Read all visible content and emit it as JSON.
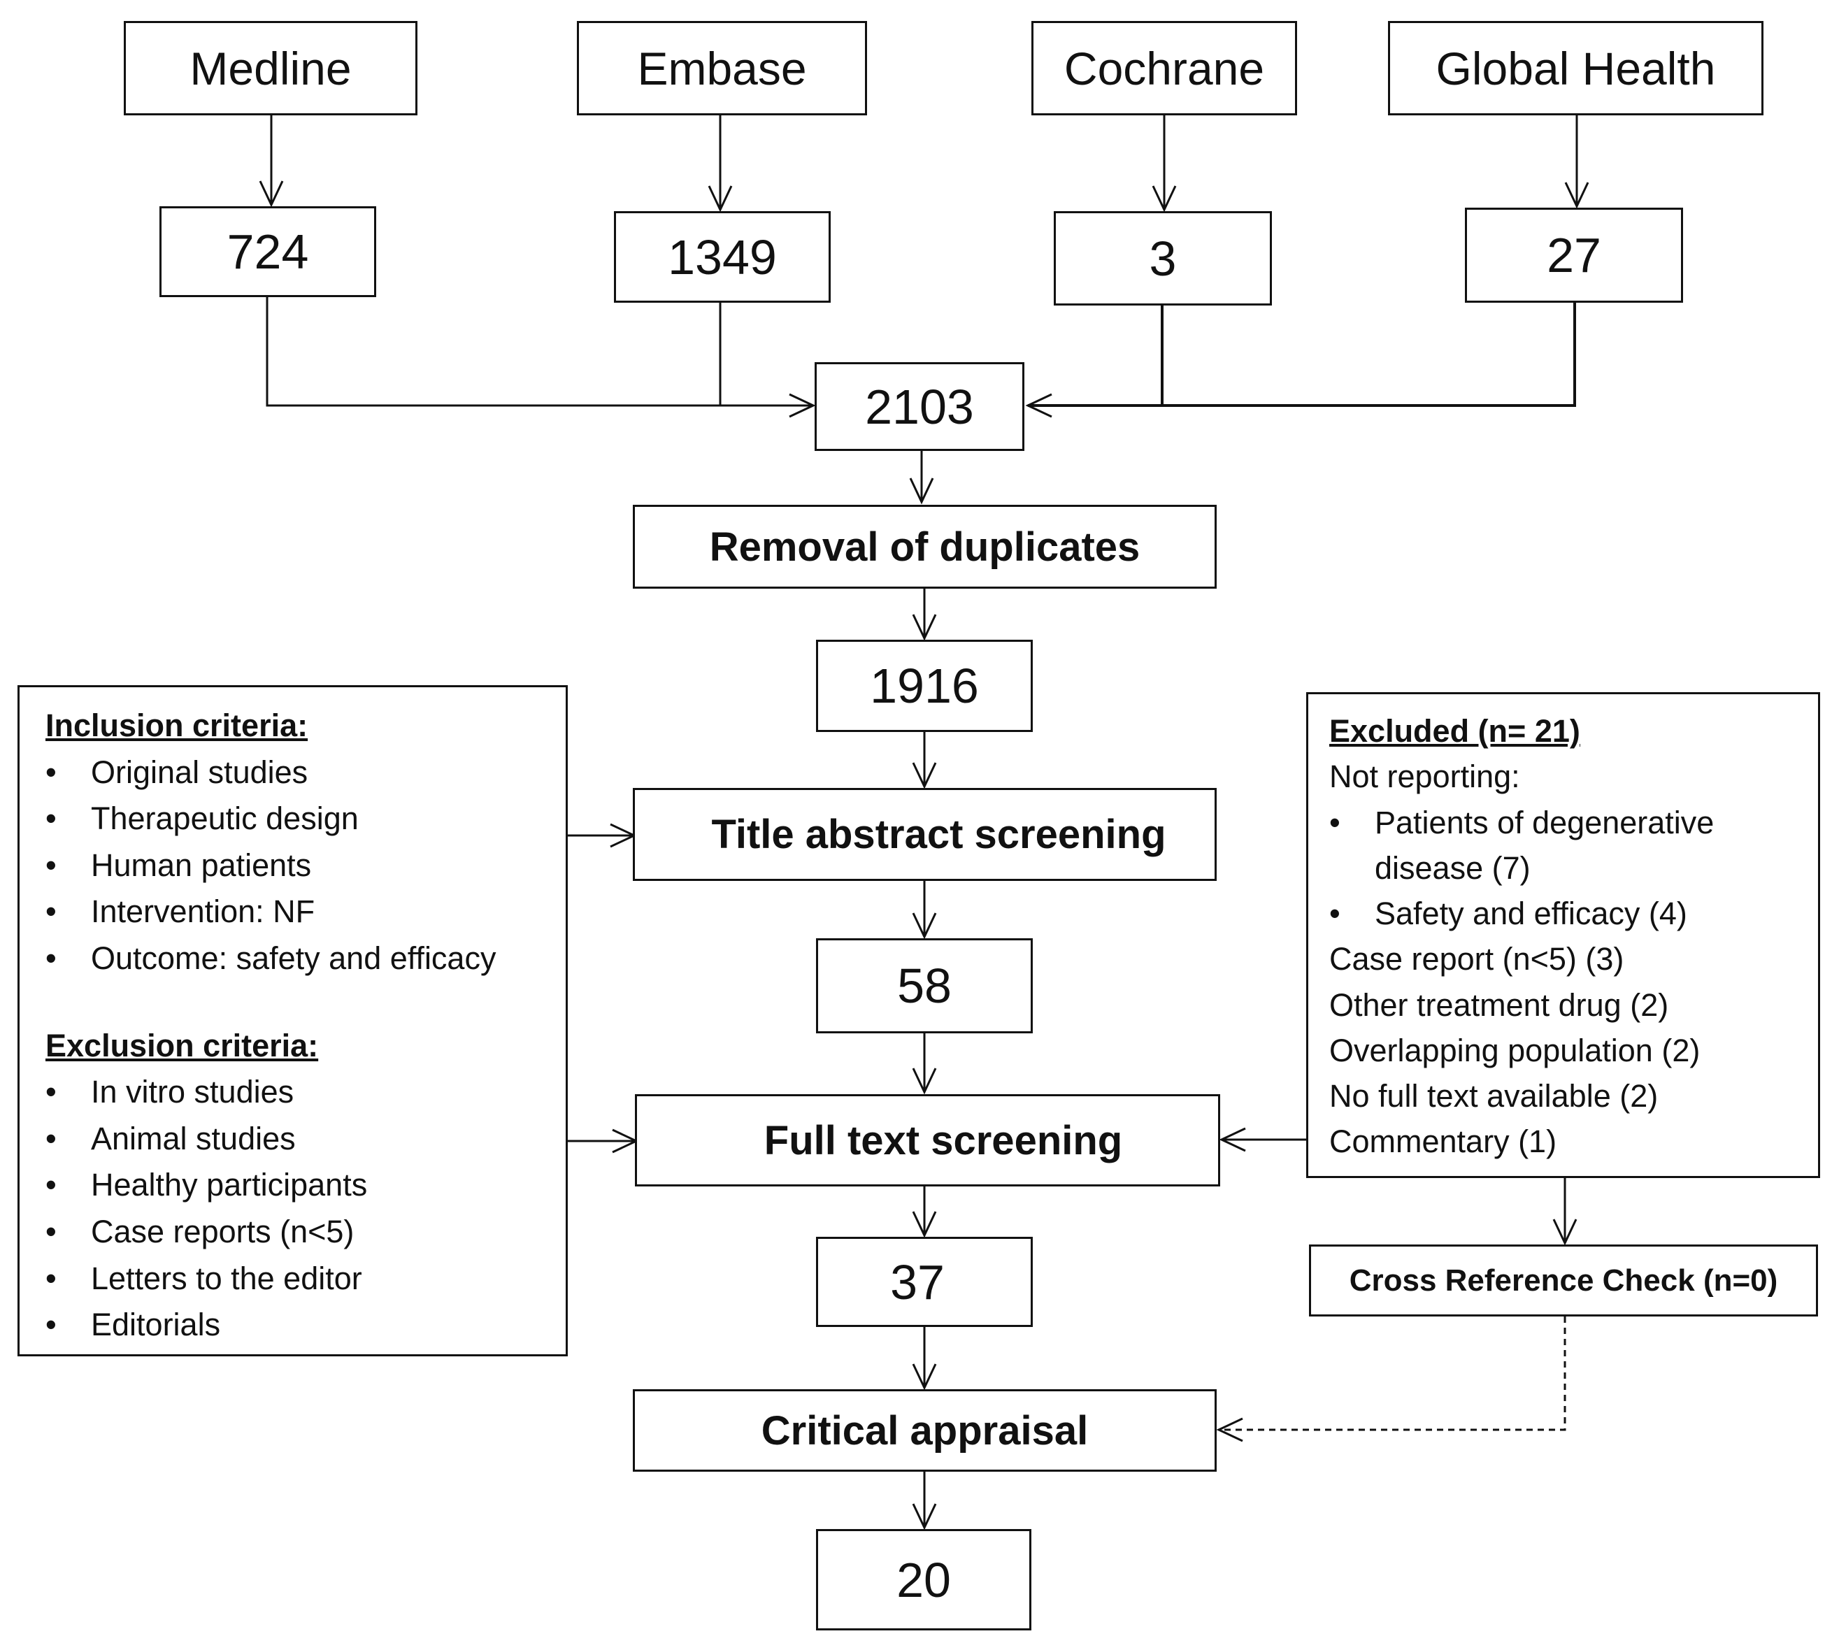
{
  "sources": [
    {
      "name": "Medline",
      "count": "724"
    },
    {
      "name": "Embase",
      "count": "1349"
    },
    {
      "name": "Cochrane",
      "count": "3"
    },
    {
      "name": "Global Health",
      "count": "27"
    }
  ],
  "flow": {
    "total": "2103",
    "removal_label": "Removal of duplicates",
    "after_dedup": "1916",
    "title_abstract_label": "Title abstract screening",
    "after_title": "58",
    "full_text_label": "Full text screening",
    "after_full_text": "37",
    "critical_label": "Critical appraisal",
    "final": "20"
  },
  "criteria": {
    "inclusion_title": "Inclusion criteria:",
    "inclusion": [
      "Original studies",
      "Therapeutic design",
      "Human patients",
      "Intervention: NF",
      "Outcome: safety and efficacy"
    ],
    "exclusion_title": "Exclusion criteria:",
    "exclusion": [
      "In vitro studies",
      "Animal studies",
      "Healthy participants",
      "Case reports (n<5)",
      "Letters to the editor",
      "Editorials"
    ]
  },
  "excluded": {
    "title": "Excluded (n= 21)",
    "not_reporting": "Not reporting:",
    "bullets": [
      "Patients of degenerative disease (7)",
      "Safety and efficacy (4)"
    ],
    "lines": [
      "Case report (n<5) (3)",
      "Other treatment drug (2)",
      "Overlapping population (2)",
      "No full text available (2)",
      "Commentary (1)"
    ]
  },
  "cross_reference": "Cross Reference Check (n=0)"
}
